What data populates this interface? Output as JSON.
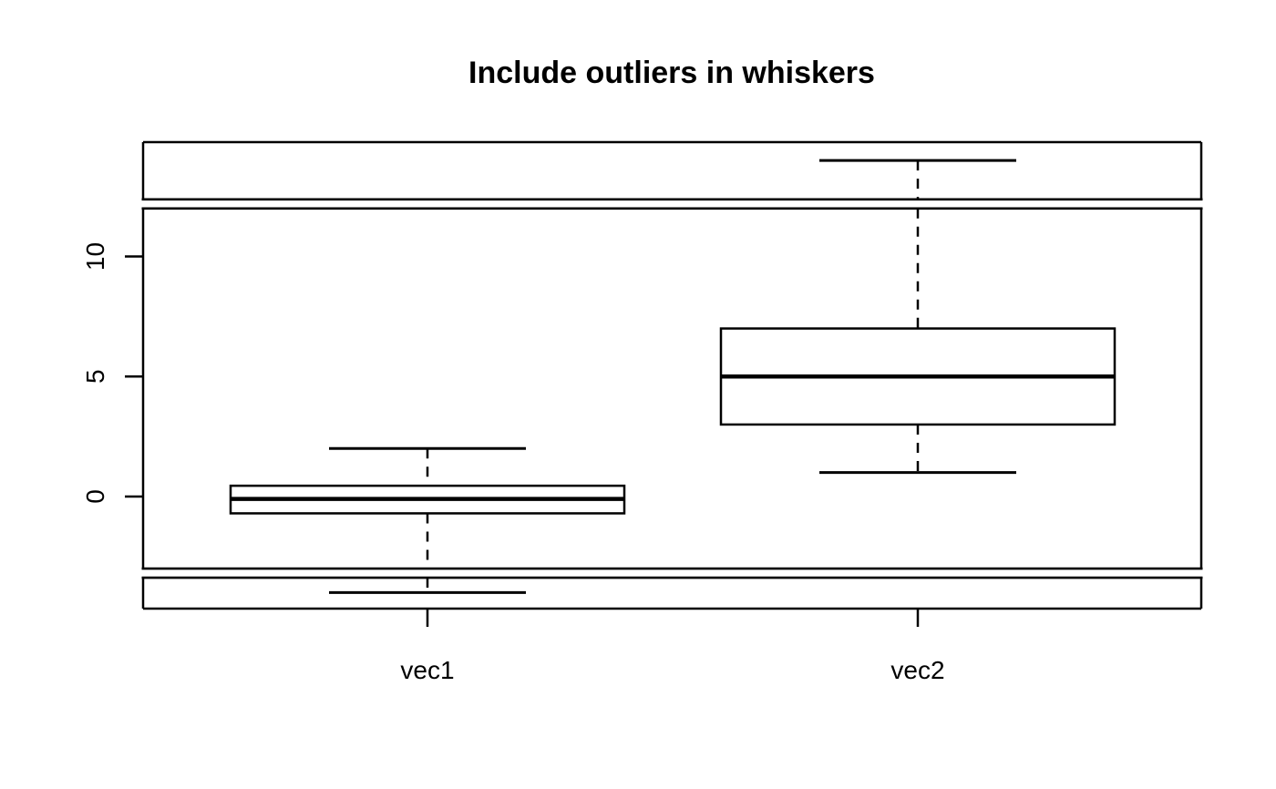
{
  "chart_data": {
    "type": "boxplot",
    "title": "Include outliers in whiskers",
    "categories": [
      "vec1",
      "vec2"
    ],
    "series": [
      {
        "name": "vec1",
        "whisker_low": -6,
        "q1": -0.7,
        "median": -0.1,
        "q3": 0.45,
        "whisker_high": 2
      },
      {
        "name": "vec2",
        "whisker_low": 1,
        "q1": 3,
        "median": 5,
        "q3": 7,
        "whisker_high": 20
      }
    ],
    "y_ticks": [
      0,
      5,
      10
    ],
    "axis_gaps": {
      "top": [
        12,
        18
      ],
      "bottom": [
        -5,
        -3
      ]
    },
    "whisker_style": "dashed",
    "outliers_shown_separately": false,
    "grid": false,
    "legend": null,
    "colors": {
      "stroke": "#000000",
      "background": "#ffffff"
    }
  }
}
